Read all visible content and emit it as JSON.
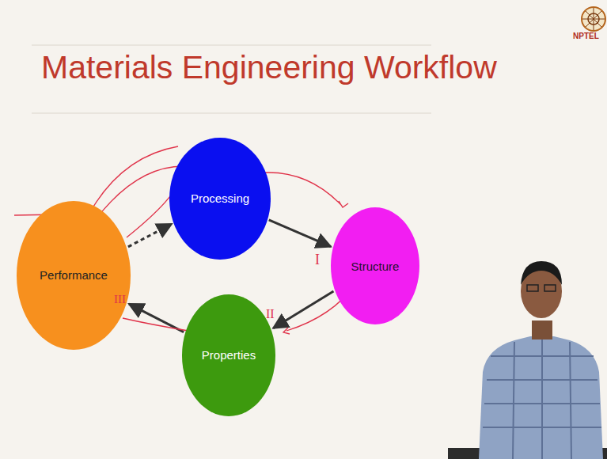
{
  "diagram": {
    "title": "Materials Engineering Workflow",
    "nodes": [
      {
        "text": [
          "Processing"
        ]
      },
      {
        "text": [
          "Structure"
        ]
      },
      {
        "text": [
          "Properties"
        ]
      },
      {
        "text": [
          "Performance"
        ]
      }
    ],
    "edges": [
      {
        "from": 0,
        "to": 1,
        "arrow": "to"
      },
      {
        "from": 1,
        "to": 2,
        "arrow": "to"
      },
      {
        "from": 2,
        "to": 3,
        "arrow": "to"
      },
      {
        "from": 3,
        "to": 0,
        "arrow": "to"
      }
    ],
    "labels": [
      "NPTEL",
      "I",
      "II",
      "III"
    ]
  }
}
